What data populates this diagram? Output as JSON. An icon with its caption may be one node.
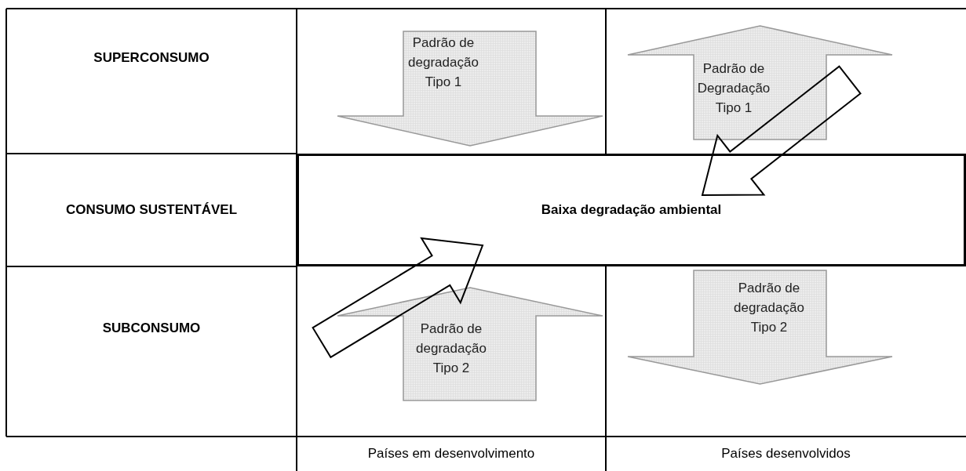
{
  "diagram": {
    "nodes": [
      {
        "text": [
          "Padrão de degradação Tipo 1"
        ]
      },
      {
        "text": [
          "Padrão de Degradação Tipo 1"
        ]
      },
      {
        "text": [
          "Baixa degradação ambiental"
        ]
      },
      {
        "text": [
          "Padrão de degradação Tipo 2"
        ]
      },
      {
        "text": [
          "Padrão de degradação Tipo 2"
        ]
      }
    ],
    "edges": [
      {
        "from": 1,
        "to": 2,
        "arrow": "to"
      },
      {
        "from": 3,
        "to": 2,
        "arrow": "to"
      }
    ],
    "labels": [
      "SUPERCONSUMO",
      "CONSUMO SUSTENTÁVEL",
      "SUBCONSUMO",
      "Países em desenvolvimento",
      "Países desenvolvidos"
    ]
  }
}
